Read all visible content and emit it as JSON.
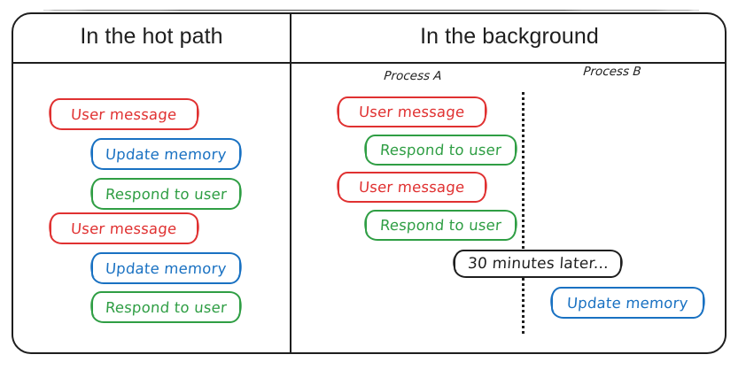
{
  "diagram": {
    "panels": [
      {
        "id": "hot-path",
        "title": "In the hot path",
        "lanes": [],
        "steps": [
          {
            "label": "User message",
            "color": "red",
            "hex": "#e03131"
          },
          {
            "label": "Update memory",
            "color": "blue",
            "hex": "#1971c2"
          },
          {
            "label": "Respond to user",
            "color": "green",
            "hex": "#2f9e44"
          },
          {
            "label": "User message",
            "color": "red",
            "hex": "#e03131"
          },
          {
            "label": "Update memory",
            "color": "blue",
            "hex": "#1971c2"
          },
          {
            "label": "Respond to user",
            "color": "green",
            "hex": "#2f9e44"
          }
        ]
      },
      {
        "id": "background",
        "title": "In the background",
        "lanes": [
          {
            "id": "process-a",
            "label": "Process A"
          },
          {
            "id": "process-b",
            "label": "Process B"
          }
        ],
        "steps": [
          {
            "label": "User message",
            "color": "red",
            "hex": "#e03131",
            "lane": "process-a"
          },
          {
            "label": "Respond to user",
            "color": "green",
            "hex": "#2f9e44",
            "lane": "process-a"
          },
          {
            "label": "User message",
            "color": "red",
            "hex": "#e03131",
            "lane": "process-a"
          },
          {
            "label": "Respond to user",
            "color": "green",
            "hex": "#2f9e44",
            "lane": "process-a"
          },
          {
            "label": "30 minutes later...",
            "color": "dark",
            "hex": "#1e1e1e",
            "lane": "divider"
          },
          {
            "label": "Update memory",
            "color": "blue",
            "hex": "#1971c2",
            "lane": "process-b"
          }
        ]
      }
    ],
    "palette": {
      "red": "#e03131",
      "blue": "#1971c2",
      "green": "#2f9e44",
      "ink": "#1e1e1e",
      "background": "#ffffff"
    }
  }
}
